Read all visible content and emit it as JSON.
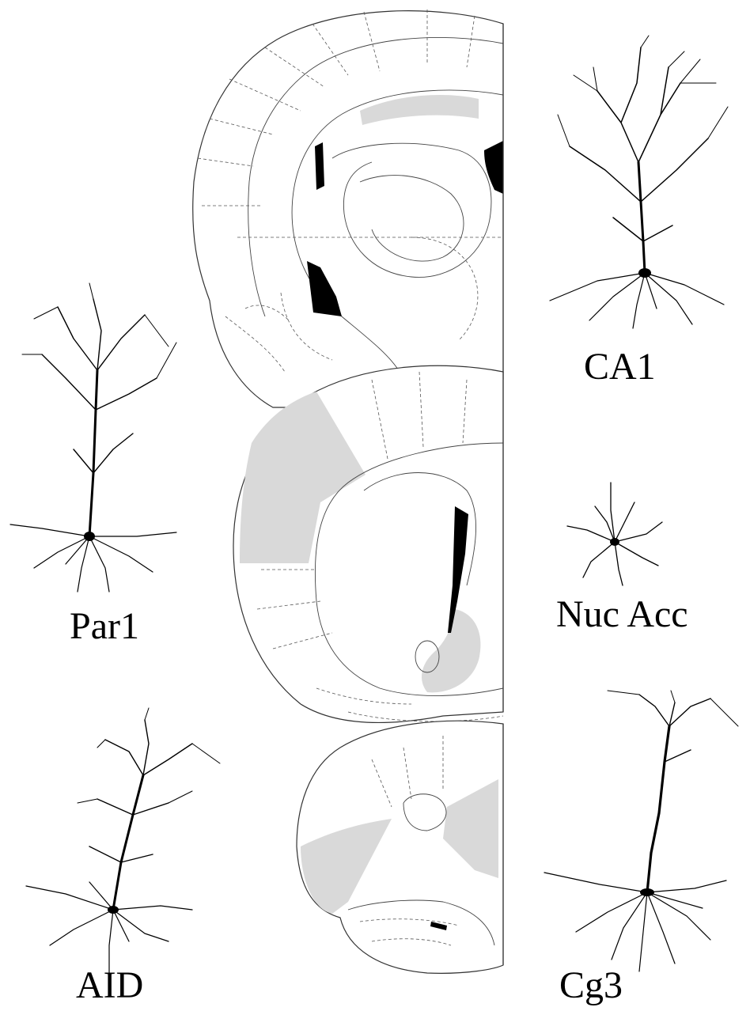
{
  "labels": {
    "ca1": "CA1",
    "par1": "Par1",
    "nuc_acc": "Nuc Acc",
    "aid": "AID",
    "cg3": "Cg3"
  },
  "colors": {
    "ink": "#000000",
    "line": "#333333",
    "shade": "#d9d9d9",
    "background": "#ffffff"
  }
}
